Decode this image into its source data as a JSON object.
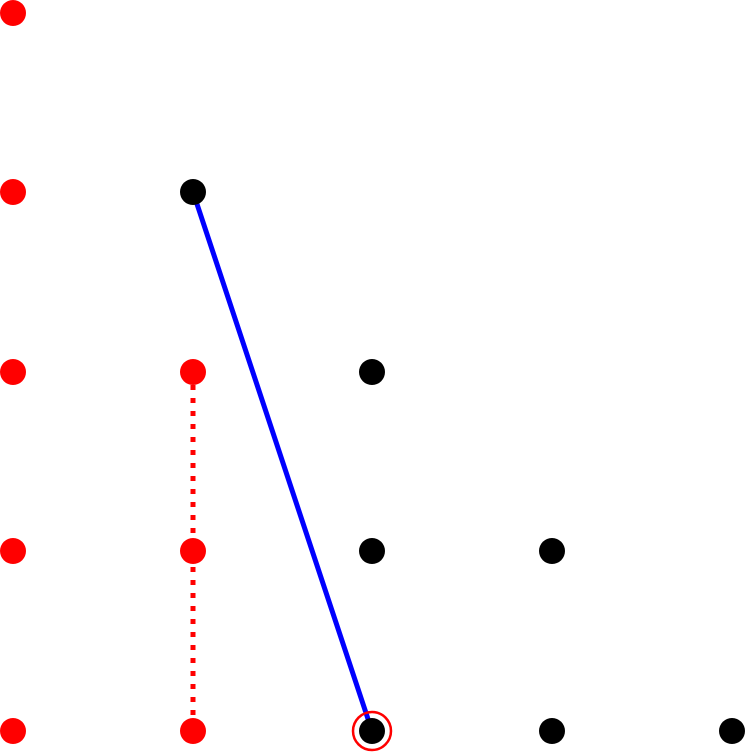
{
  "colors": {
    "background": "#ffffff",
    "red_dot": "#ff0000",
    "black_dot": "#000000",
    "blue_line": "#0000ff",
    "red_dotted_line": "#ff0000",
    "highlight_ring": "#ff0000"
  },
  "diagram": {
    "description_icon": "triangular-dot-lattice",
    "rows": [
      {
        "row": 0,
        "dots": [
          {
            "col": 0,
            "color": "red"
          }
        ]
      },
      {
        "row": 1,
        "dots": [
          {
            "col": 0,
            "color": "red"
          },
          {
            "col": 1,
            "color": "black"
          }
        ]
      },
      {
        "row": 2,
        "dots": [
          {
            "col": 0,
            "color": "red"
          },
          {
            "col": 1,
            "color": "red"
          },
          {
            "col": 2,
            "color": "black"
          }
        ]
      },
      {
        "row": 3,
        "dots": [
          {
            "col": 0,
            "color": "red"
          },
          {
            "col": 1,
            "color": "red"
          },
          {
            "col": 2,
            "color": "black"
          },
          {
            "col": 3,
            "color": "black"
          }
        ]
      },
      {
        "row": 4,
        "dots": [
          {
            "col": 0,
            "color": "red"
          },
          {
            "col": 1,
            "color": "red"
          },
          {
            "col": 2,
            "color": "black"
          },
          {
            "col": 3,
            "color": "black"
          },
          {
            "col": 4,
            "color": "black"
          }
        ]
      }
    ],
    "blue_segment": {
      "from": {
        "row": 1,
        "col": 1
      },
      "to": {
        "row": 4,
        "col": 2
      }
    },
    "red_dotted_segment": {
      "from": {
        "row": 2,
        "col": 1
      },
      "to": {
        "row": 4,
        "col": 1
      }
    },
    "highlighted_dot": {
      "row": 4,
      "col": 2
    }
  }
}
